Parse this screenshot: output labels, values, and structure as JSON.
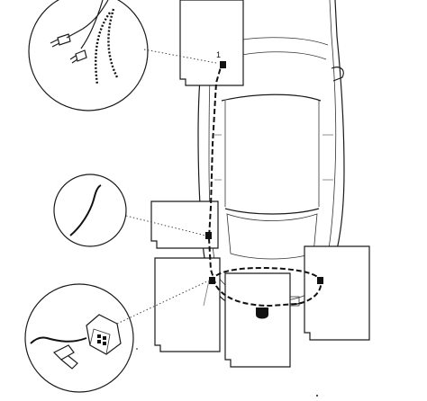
{
  "diagram": {
    "markers": {
      "harness_start": "1"
    },
    "icons": [
      "car-outline",
      "wire-clip-detail",
      "cable-detail",
      "connector-plug-detail"
    ]
  }
}
